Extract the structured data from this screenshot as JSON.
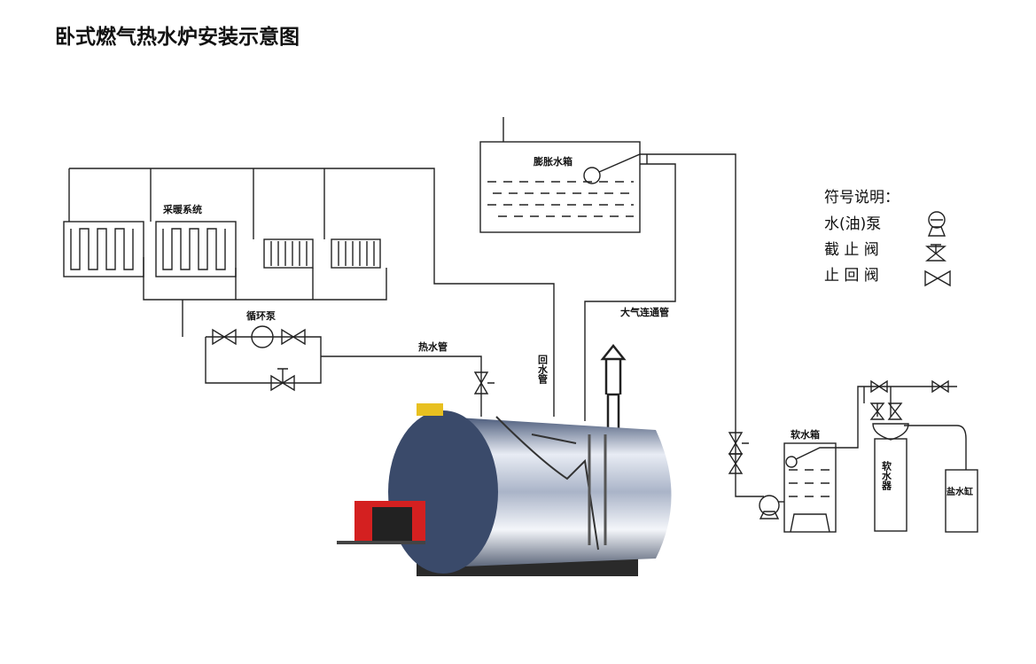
{
  "title": "卧式燃气热水炉安装示意图",
  "labels": {
    "expansion_tank": "膨胀水箱",
    "heating_system": "采暖系统",
    "circulation_pump": "循环泵",
    "hot_water_pipe": "热水管",
    "return_pipe": "回水管",
    "vent_pipe": "大气连通管",
    "soft_water_tank": "软水箱",
    "softener": "软水器",
    "brine_tank": "盐水缸"
  },
  "legend": {
    "title": "符号说明：",
    "items": [
      {
        "label": "水(油)泵",
        "icon": "pump-icon"
      },
      {
        "label": "截 止 阀",
        "icon": "globe-valve-icon"
      },
      {
        "label": "止 回 阀",
        "icon": "check-valve-icon"
      }
    ]
  },
  "colors": {
    "boiler_front": "#3a4a6a",
    "burner": "#d42020",
    "line": "#222222"
  }
}
